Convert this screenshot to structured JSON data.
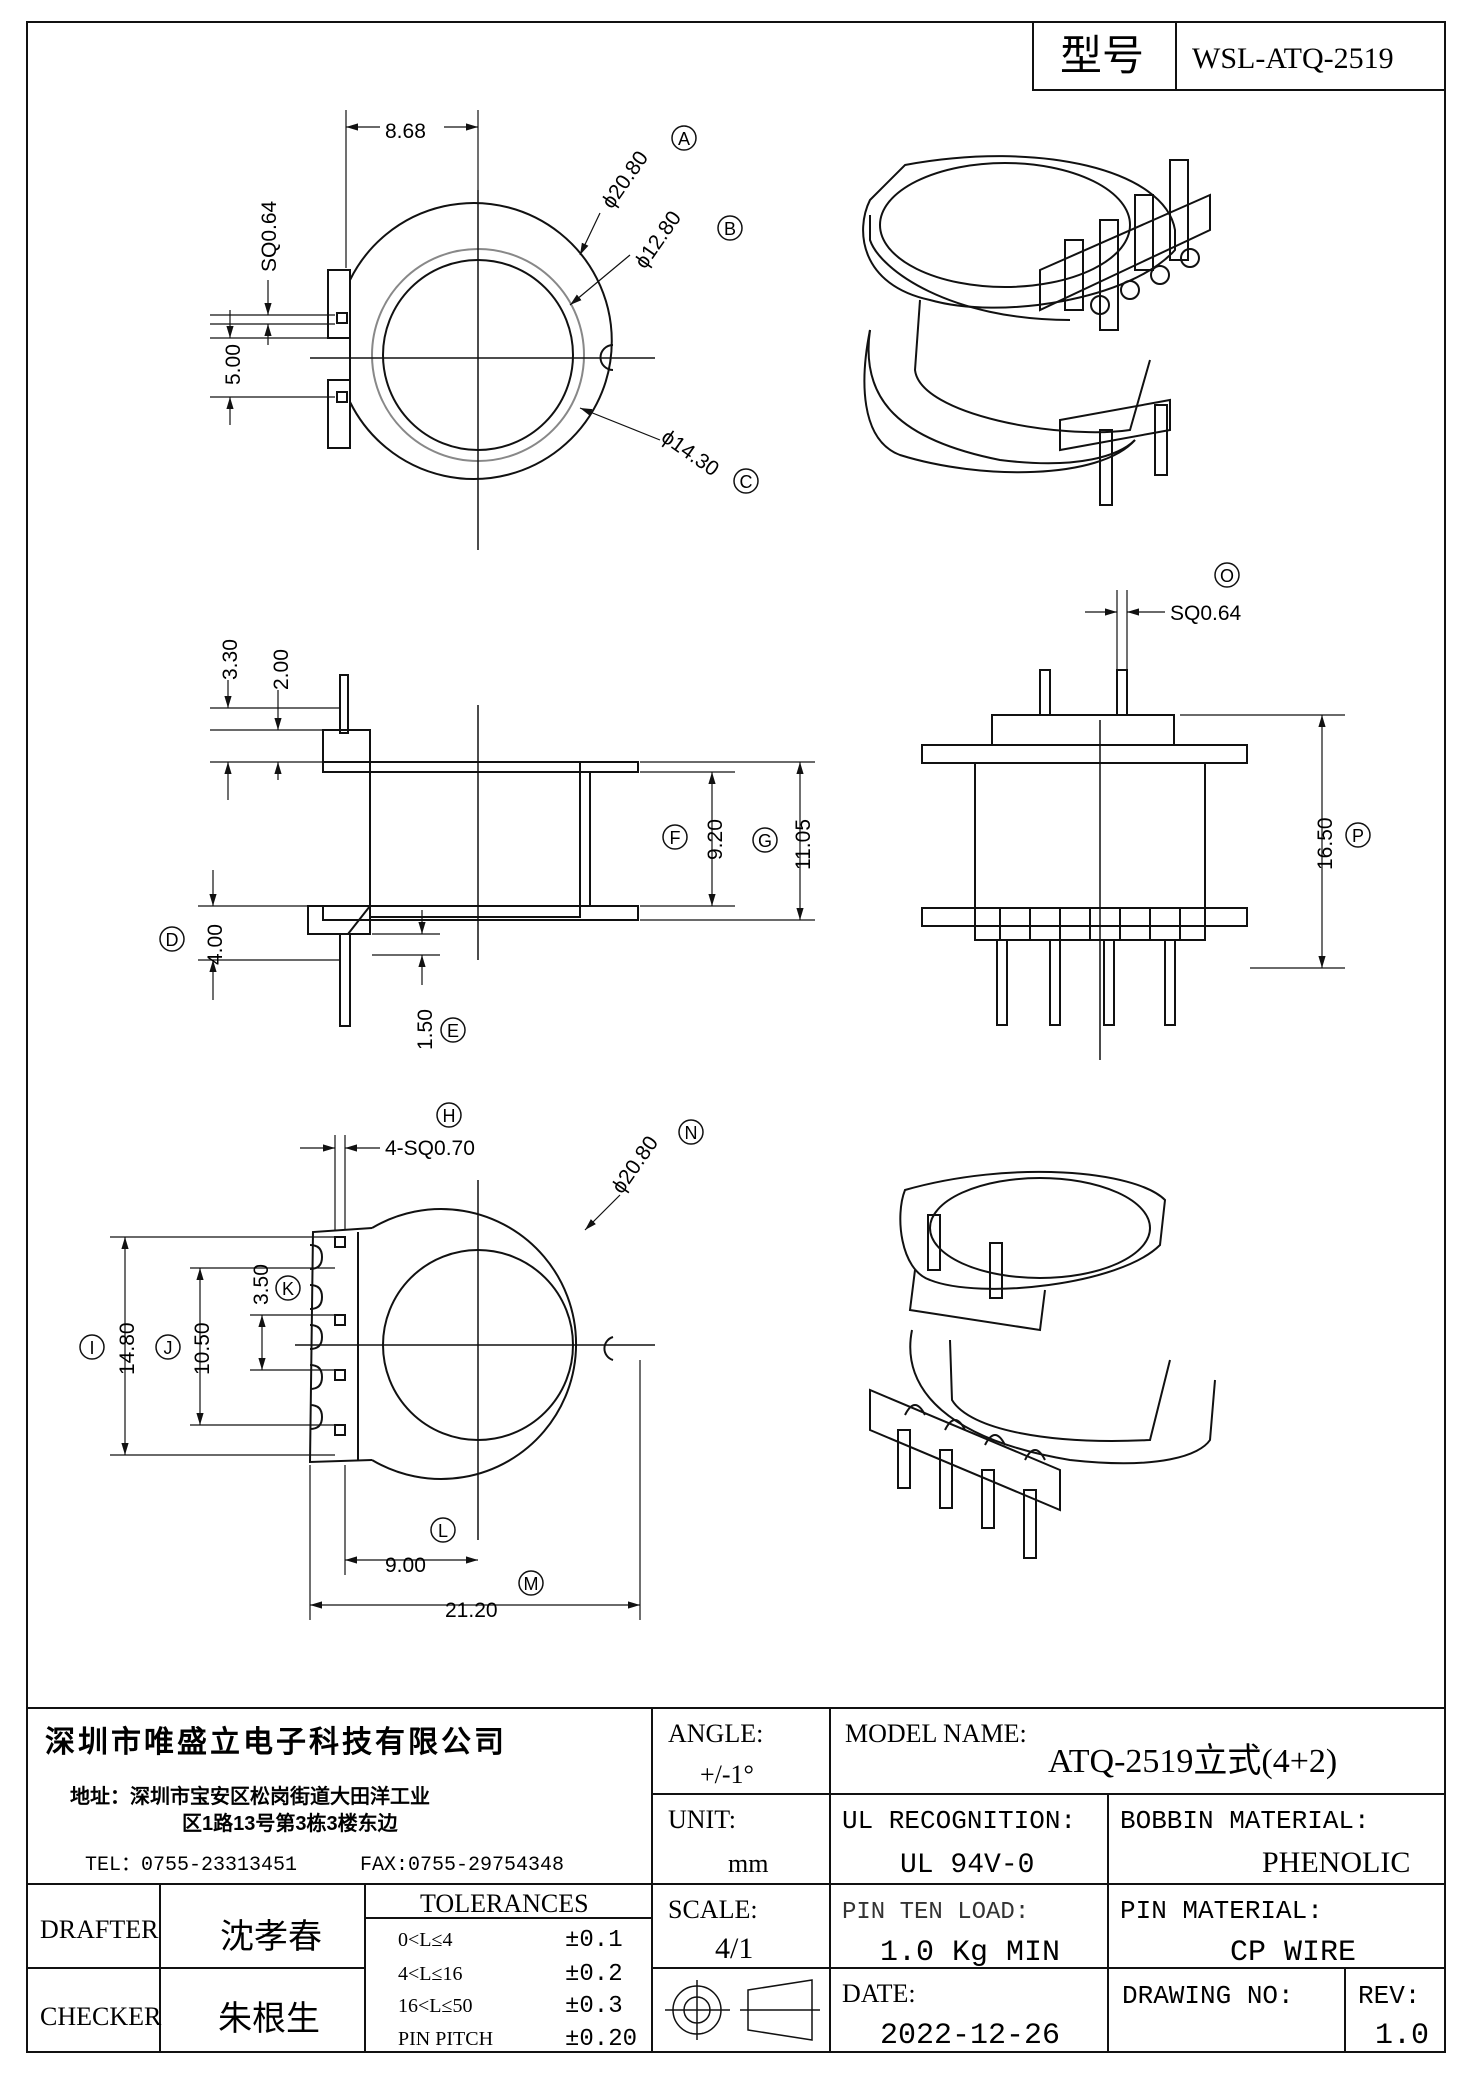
{
  "model_box": {
    "label": "型号",
    "value": "WSL-ATQ-2519"
  },
  "top_view": {
    "dim_868": "8.68",
    "sq_064": "SQ0.64",
    "dim_500": "5.00",
    "dia_a": "ϕ20.80",
    "dia_b": "ϕ12.80",
    "dia_c": "ϕ14.30",
    "mark_a": "A",
    "mark_b": "B",
    "mark_c": "C"
  },
  "front_view": {
    "dim_330": "3.30",
    "dim_200": "2.00",
    "dim_920": "9.20",
    "dim_1105": "11.05",
    "dim_400": "4.00",
    "dim_150": "1.50",
    "mark_d": "D",
    "mark_e": "E",
    "mark_f": "F",
    "mark_g": "G"
  },
  "side_view": {
    "sq_064": "SQ0.64",
    "dim_1650": "16.50",
    "mark_o": "O",
    "mark_p": "P"
  },
  "bottom_view": {
    "sq_070": "4-SQ0.70",
    "dia_n": "ϕ20.80",
    "dim_350": "3.50",
    "dim_1050": "10.50",
    "dim_1480": "14.80",
    "dim_900": "9.00",
    "dim_2120": "21.20",
    "mark_h": "H",
    "mark_n": "N",
    "mark_k": "K",
    "mark_j": "J",
    "mark_i": "I",
    "mark_l": "L",
    "mark_m": "M"
  },
  "title_block": {
    "company": "深圳市唯盛立电子科技有限公司",
    "address_line1": "地址：深圳市宝安区松岗街道大田洋工业",
    "address_line2": "区1路13号第3栋3楼东边",
    "tel": "TEL：0755-23313451",
    "fax": "FAX:0755-29754348",
    "angle_label": "ANGLE:",
    "angle_value": "+/-1°",
    "model_name_label": "MODEL NAME:",
    "model_name_value": "ATQ-2519立式(4+2)",
    "unit_label": "UNIT:",
    "unit_value": "mm",
    "ul_label": "UL RECOGNITION:",
    "ul_value": "UL 94V-0",
    "bobbin_label": "BOBBIN MATERIAL:",
    "bobbin_value": "PHENOLIC",
    "drafter_label": "DRAFTER",
    "drafter_value": "沈孝春",
    "tolerances_label": "TOLERANCES",
    "tol_rows": [
      {
        "range": "0<L≤4",
        "tol": "±0.1"
      },
      {
        "range": "4<L≤16",
        "tol": "±0.2"
      },
      {
        "range": "16<L≤50",
        "tol": "±0.3"
      },
      {
        "range": "PIN PITCH",
        "tol": "±0.20"
      }
    ],
    "scale_label": "SCALE:",
    "scale_value": "4/1",
    "pin_load_label": "PIN TEN LOAD:",
    "pin_load_value": "1.0 Kg MIN",
    "pin_material_label": "PIN MATERIAL:",
    "pin_material_value": "CP WIRE",
    "checker_label": "CHECKER",
    "checker_value": "朱根生",
    "date_label": "DATE:",
    "date_value": "2022-12-26",
    "drawing_no_label": "DRAWING NO:",
    "drawing_no_value": "",
    "rev_label": "REV:",
    "rev_value": "1.0"
  }
}
